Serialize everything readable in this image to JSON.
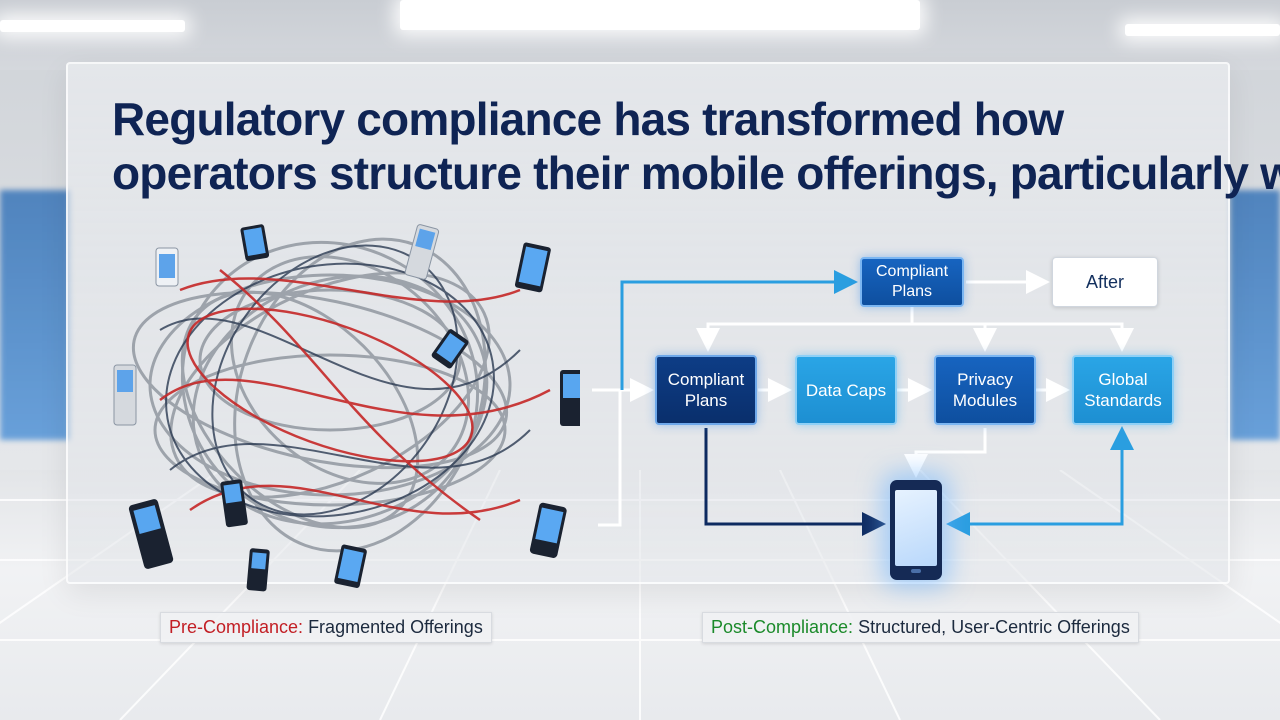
{
  "headline": {
    "line1": "Regulatory compliance has transformed how",
    "line2": "operators structure their mobile offerings, particularly wa"
  },
  "flow": {
    "top_box": "Compliant Plans",
    "after_box": "After",
    "row": [
      {
        "label": "Compliant Plans",
        "style": "dark"
      },
      {
        "label": "Data Caps",
        "style": "light"
      },
      {
        "label": "Privacy Modules",
        "style": "mid"
      },
      {
        "label": "Global Standards",
        "style": "light"
      }
    ]
  },
  "captions": {
    "pre_prefix": "Pre-Compliance:",
    "pre_text": " Fragmented Offerings",
    "post_prefix": "Post-Compliance:",
    "post_text": " Structured, User-Centric Offerings"
  },
  "colors": {
    "headline": "#0f2454",
    "pre_accent": "#c21e24",
    "post_accent": "#1b8a2a",
    "arrow_blue": "#2a9ee0",
    "arrow_dark": "#0d2a60"
  }
}
